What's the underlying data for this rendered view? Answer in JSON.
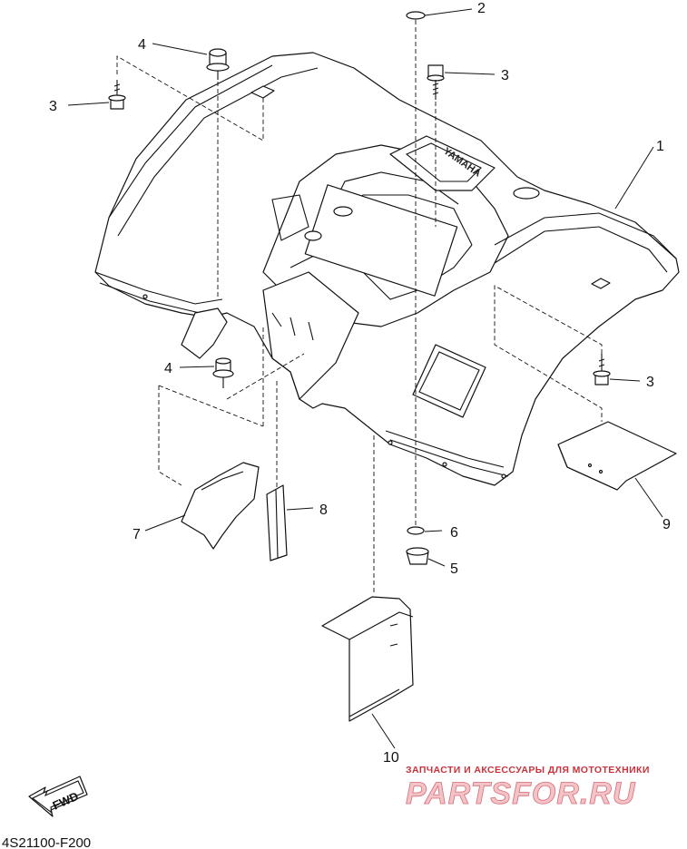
{
  "diagram_code": "4S21100-F200",
  "fwd_label": "FWD",
  "brand_on_part": "YAMAHA",
  "callouts": [
    "1",
    "2",
    "3",
    "3",
    "3",
    "4",
    "4",
    "5",
    "6",
    "7",
    "8",
    "9",
    "10"
  ],
  "watermark": {
    "tagline": "ЗАПЧАСТИ И АКСЕССУАРЫ ДЛЯ МОТОТЕХНИКИ",
    "site": "PARTSFOR.RU"
  },
  "colors": {
    "line": "#111111",
    "watermark_red": "#c8323c",
    "watermark_fill": "#f2c4c8"
  }
}
